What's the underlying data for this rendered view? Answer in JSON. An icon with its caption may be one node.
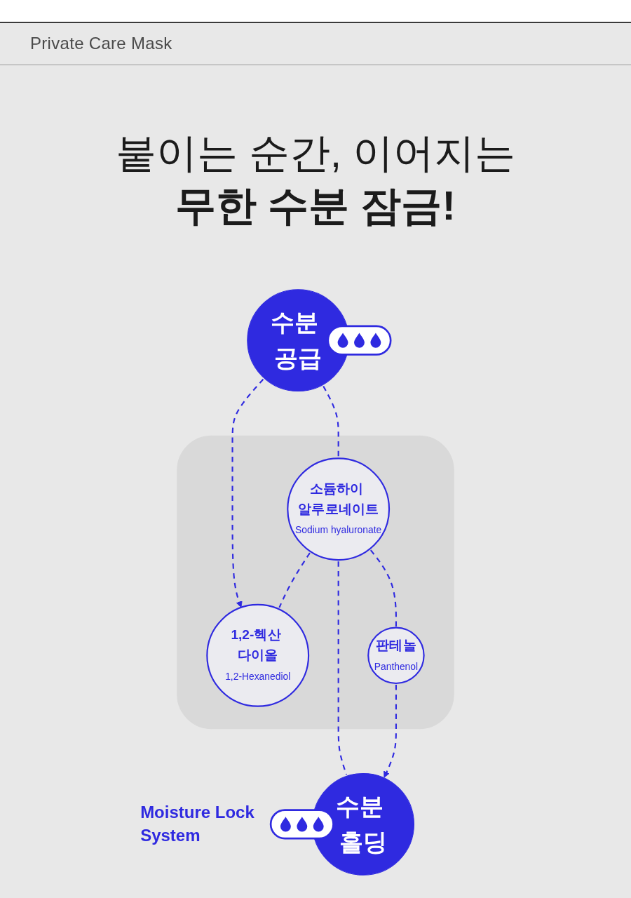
{
  "diagram": {
    "title": "붙이는 순간, 이어지는 **무한 수분 잠금!**",
    "nodes": [
      {
        "text": [
          "수분 공급"
        ]
      },
      {
        "text": [],
        "shape": "bar"
      },
      {
        "text": [
          "1,2-헥산 다이올",
          "1,2-Hexanediol"
        ],
        "in": 1
      },
      {
        "text": [
          "소듐하이 알루로네이트",
          "Sodium hyaluronate"
        ],
        "in": 1
      },
      {
        "text": [
          "판테놀",
          "Panthenol"
        ],
        "in": 1
      },
      {
        "text": [
          "수분 홀딩"
        ]
      }
    ],
    "edges": [
      {
        "from": 0,
        "to": 2,
        "arrow": "to",
        "style": "dashed"
      },
      {
        "from": 0,
        "to": 3,
        "arrow": "none",
        "style": "dashed"
      },
      {
        "from": 3,
        "to": 2,
        "arrow": "none",
        "style": "dashed"
      },
      {
        "from": 3,
        "to": 4,
        "arrow": "none",
        "style": "dashed"
      },
      {
        "from": 3,
        "to": 5,
        "arrow": "none",
        "style": "dashed"
      },
      {
        "from": 4,
        "to": 5,
        "arrow": "to",
        "style": "dashed"
      }
    ],
    "labels": [
      "Private Care Mask",
      "Moisture Lock System"
    ]
  }
}
